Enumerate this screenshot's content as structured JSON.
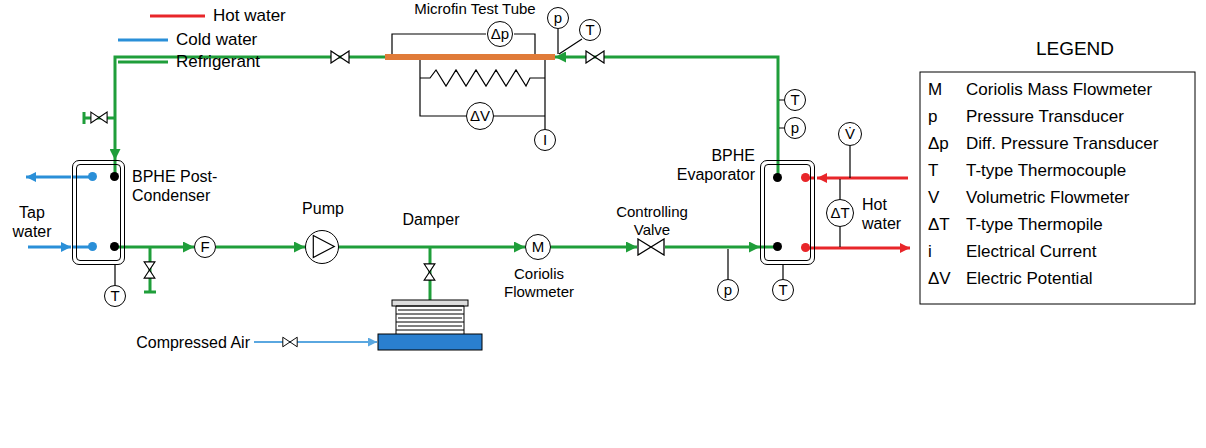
{
  "diagram": {
    "nodes": [
      {
        "text": [
          "Microfin Test Tube"
        ]
      },
      {
        "text": [
          "Δp"
        ]
      },
      {
        "text": [
          "p"
        ]
      },
      {
        "text": [
          "T"
        ]
      },
      {
        "text": [
          "ΔV"
        ]
      },
      {
        "text": [
          "I"
        ]
      },
      {
        "text": [
          "T"
        ]
      },
      {
        "text": [
          "p"
        ]
      },
      {
        "text": [
          "V̇"
        ]
      },
      {
        "text": [
          "BPHE Post-Condenser"
        ]
      },
      {
        "text": [
          "BPHE Evaporator"
        ]
      },
      {
        "text": [
          "ΔT"
        ]
      },
      {
        "text": [
          "F"
        ]
      },
      {
        "text": [
          "Pump"
        ]
      },
      {
        "text": [
          "M",
          "Coriolis Flowmeter"
        ]
      },
      {
        "text": [
          "Controlling Valve"
        ]
      },
      {
        "text": [
          "T"
        ]
      },
      {
        "text": [
          "p"
        ]
      },
      {
        "text": [
          "T"
        ]
      }
    ],
    "edges": [
      {
        "from": 10,
        "to": 0,
        "arrow": "to"
      },
      {
        "from": 0,
        "to": 9,
        "arrow": "to"
      },
      {
        "from": 9,
        "to": 12,
        "arrow": "to"
      },
      {
        "from": 12,
        "to": 13,
        "arrow": "to"
      },
      {
        "from": 13,
        "to": 14,
        "arrow": "to"
      },
      {
        "from": 14,
        "to": 15,
        "arrow": "to"
      },
      {
        "from": 15,
        "to": 10,
        "arrow": "to"
      }
    ],
    "labels": [
      "Tap water",
      "Hot water",
      "Damper",
      "Compressed Air",
      "LEGEND",
      "M",
      "p",
      "Δp",
      "T",
      "V",
      "ΔT",
      "i",
      "ΔV"
    ],
    "legend": [
      {
        "text": "Hot water"
      },
      {
        "text": "Cold water"
      },
      {
        "text": "Refrigerant"
      },
      {
        "text": "Coriolis Mass Flowmeter"
      },
      {
        "text": "Pressure Transducer"
      },
      {
        "text": "Diff. Pressure Transducer"
      },
      {
        "text": "T-type Thermocouple"
      },
      {
        "text": "Volumetric Flowmeter"
      },
      {
        "text": "T-type Thermopile"
      },
      {
        "text": "Electrical Current"
      },
      {
        "text": "Electric Potential"
      }
    ]
  }
}
